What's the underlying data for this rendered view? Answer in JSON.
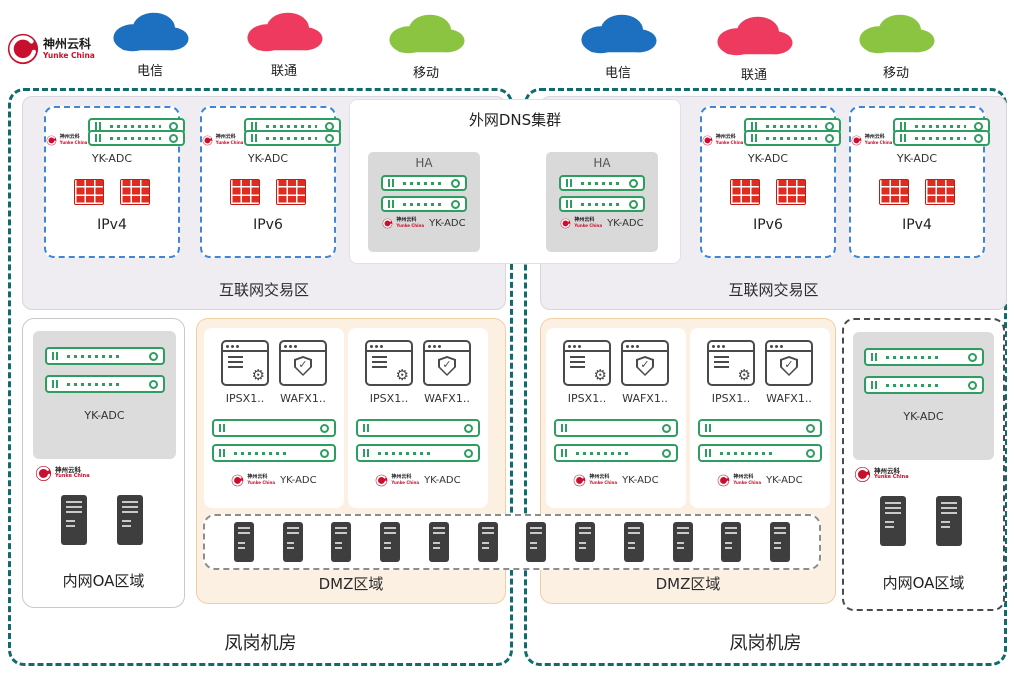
{
  "logo": {
    "cn": "神州云科",
    "en": "Yunke China"
  },
  "icons": {
    "gear": "⚙",
    "check": "✓"
  },
  "clouds": [
    {
      "name": "telecom",
      "label": "电信",
      "color": "#1d6fc0"
    },
    {
      "name": "unicom",
      "label": "联通",
      "color": "#ee3a5e"
    },
    {
      "name": "mobile",
      "label": "移动",
      "color": "#8ac440"
    },
    {
      "name": "telecom",
      "label": "电信",
      "color": "#1d6fc0"
    },
    {
      "name": "unicom",
      "label": "联通",
      "color": "#ee3a5e"
    },
    {
      "name": "mobile",
      "label": "移动",
      "color": "#8ac440"
    }
  ],
  "labels": {
    "dns_cluster": "外网DNS集群",
    "ha": "HA",
    "yk_adc": "YK-ADC",
    "ipv4": "IPv4",
    "ipv6": "IPv6",
    "internet_zone": "互联网交易区",
    "oa_zone": "内网OA区域",
    "dmz_zone": "DMZ区域",
    "datacenter": "凤岗机房",
    "ips": "IPSX1..",
    "waf": "WAFX1.."
  },
  "colors": {
    "brand_red": "#c8102e",
    "appliance_green": "#2d9e5f",
    "firewall_red": "#e02b20",
    "border_teal": "#0f6b6d",
    "ipv_border_blue": "#3f86d8",
    "zone_gray_bg": "#efedf1",
    "dmz_bg": "#fcf0e3",
    "ha_box_bg": "#d9d9d9",
    "cloud_blue": "#1d6fc0",
    "cloud_red": "#ee3a5e",
    "cloud_green": "#8ac440"
  }
}
